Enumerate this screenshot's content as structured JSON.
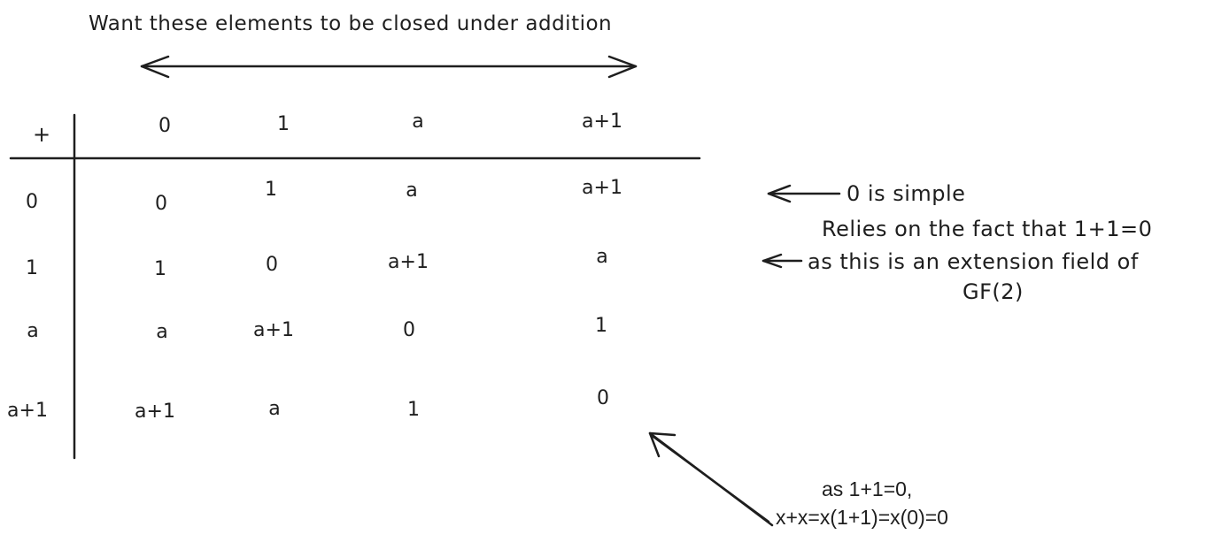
{
  "title": "Want these elements to be closed under addition",
  "table": {
    "corner": "+",
    "header": [
      "0",
      "1",
      "a",
      "a+1"
    ],
    "rows": [
      {
        "label": "0",
        "cells": [
          "0",
          "1",
          "a",
          "a+1"
        ]
      },
      {
        "label": "1",
        "cells": [
          "1",
          "0",
          "a+1",
          "a"
        ]
      },
      {
        "label": "a",
        "cells": [
          "a",
          "a+1",
          "0",
          "1"
        ]
      },
      {
        "label": "a+1",
        "cells": [
          "a+1",
          "a",
          "1",
          "0"
        ]
      }
    ]
  },
  "annotations": {
    "zero_simple": "0 is simple",
    "relies_line1": "Relies on the fact that 1+1=0",
    "relies_line2": "as this is an extension field of",
    "relies_line3": "GF(2)",
    "bottom_line1": "as 1+1=0,",
    "bottom_line2": "x+x=x(1+1)=x(0)=0"
  }
}
